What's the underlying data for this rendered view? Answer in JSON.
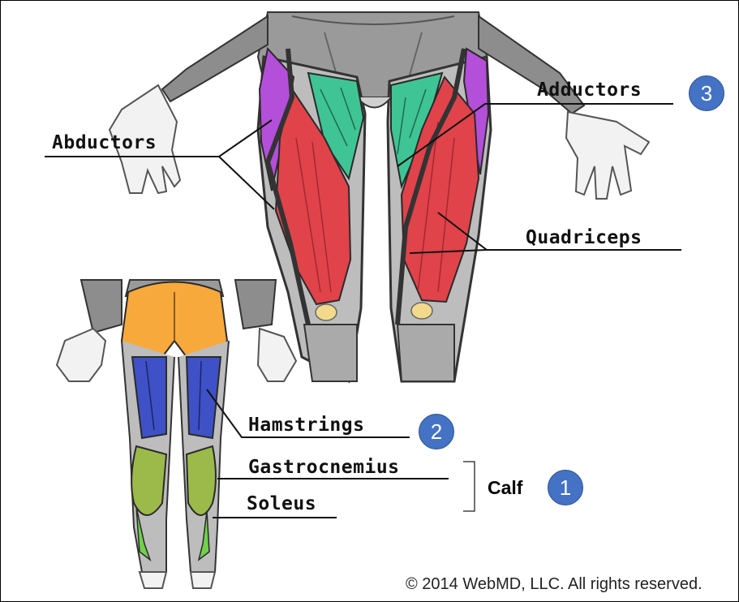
{
  "labels": {
    "abductors": "Abductors",
    "adductors": "Adductors",
    "quadriceps": "Quadriceps",
    "hamstrings": "Hamstrings",
    "gastrocnemius": "Gastrocnemius",
    "soleus": "Soleus",
    "calf": "Calf"
  },
  "badges": {
    "calf": "1",
    "hamstrings": "2",
    "adductors": "3"
  },
  "copyright": "© 2014 WebMD, LLC. All rights reserved.",
  "colors": {
    "abductors": "#b34fd8",
    "adductors": "#3fc495",
    "quadriceps": "#e0434a",
    "gluteus": "#f7a93c",
    "hamstrings": "#3f51c6",
    "calf": "#9cba4a",
    "badge": "#4472c4"
  }
}
